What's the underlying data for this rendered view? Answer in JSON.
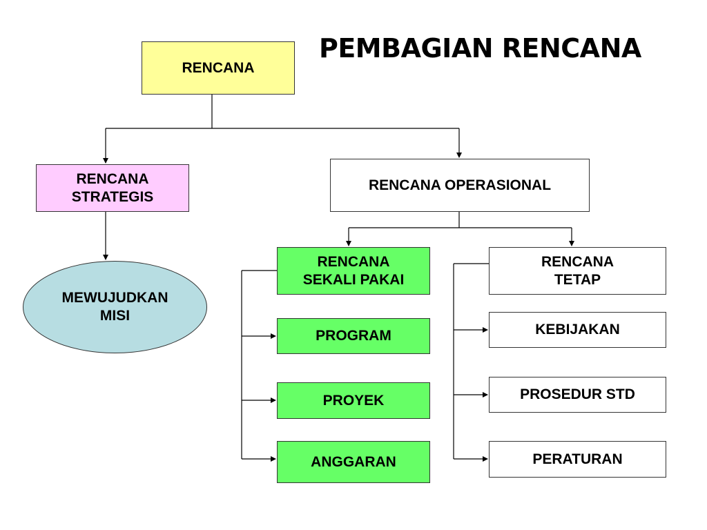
{
  "title": "PEMBAGIAN RENCANA",
  "nodes": {
    "rencana": "RENCANA",
    "rencana_strategis": "RENCANA\nSTRATEGIS",
    "rencana_operasional": "RENCANA OPERASIONAL",
    "mewujudkan_misi": "MEWUJUDKAN\nMISI",
    "rencana_sekali_pakai": "RENCANA\nSEKALI PAKAI",
    "program": "PROGRAM",
    "proyek": "PROYEK",
    "anggaran": "ANGGARAN",
    "rencana_tetap": "RENCANA\nTETAP",
    "kebijakan": "KEBIJAKAN",
    "prosedur_std": "PROSEDUR STD",
    "peraturan": "PERATURAN"
  },
  "colors": {
    "rencana": "#ffff99",
    "strategis": "#ffccff",
    "misi": "#b7dde2",
    "sekali_pakai": "#66ff66",
    "plain": "#ffffff"
  }
}
